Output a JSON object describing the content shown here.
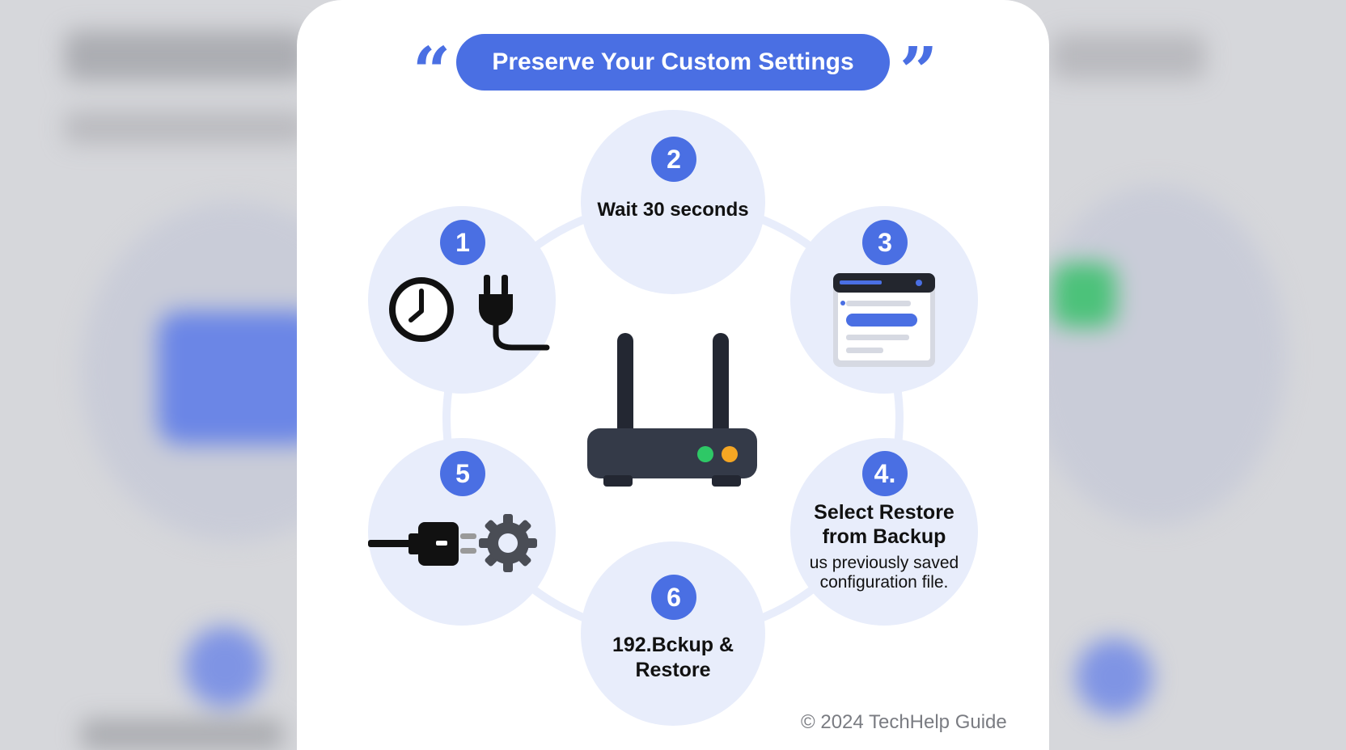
{
  "title": "Preserve Your Custom Settings",
  "open_quote": "“",
  "close_quote": "”",
  "accent_color": "#4a6fe3",
  "node_color": "#e8edfb",
  "steps": [
    {
      "number": "1",
      "label": "",
      "icons": [
        "clock-icon",
        "power-plug-icon"
      ]
    },
    {
      "number": "2",
      "label": "Wait 30 seconds"
    },
    {
      "number": "3",
      "label": "",
      "icons": [
        "browser-window-icon"
      ]
    },
    {
      "number": "4.",
      "label_line1": "Select Restore",
      "label_line2": "from Backup",
      "detail_line1": "us previously saved",
      "detail_line2": "configuration file."
    },
    {
      "number": "5",
      "label": "",
      "icons": [
        "unplugged-cable-icon",
        "gear-icon"
      ]
    },
    {
      "number": "6",
      "label_line1": "192.Bckup &",
      "label_line2": "Restore"
    }
  ],
  "center_icon": "router-icon",
  "router_lights": [
    "#2ec866",
    "#f5a623"
  ],
  "copyright": "© 2024 TechHelp Guide"
}
